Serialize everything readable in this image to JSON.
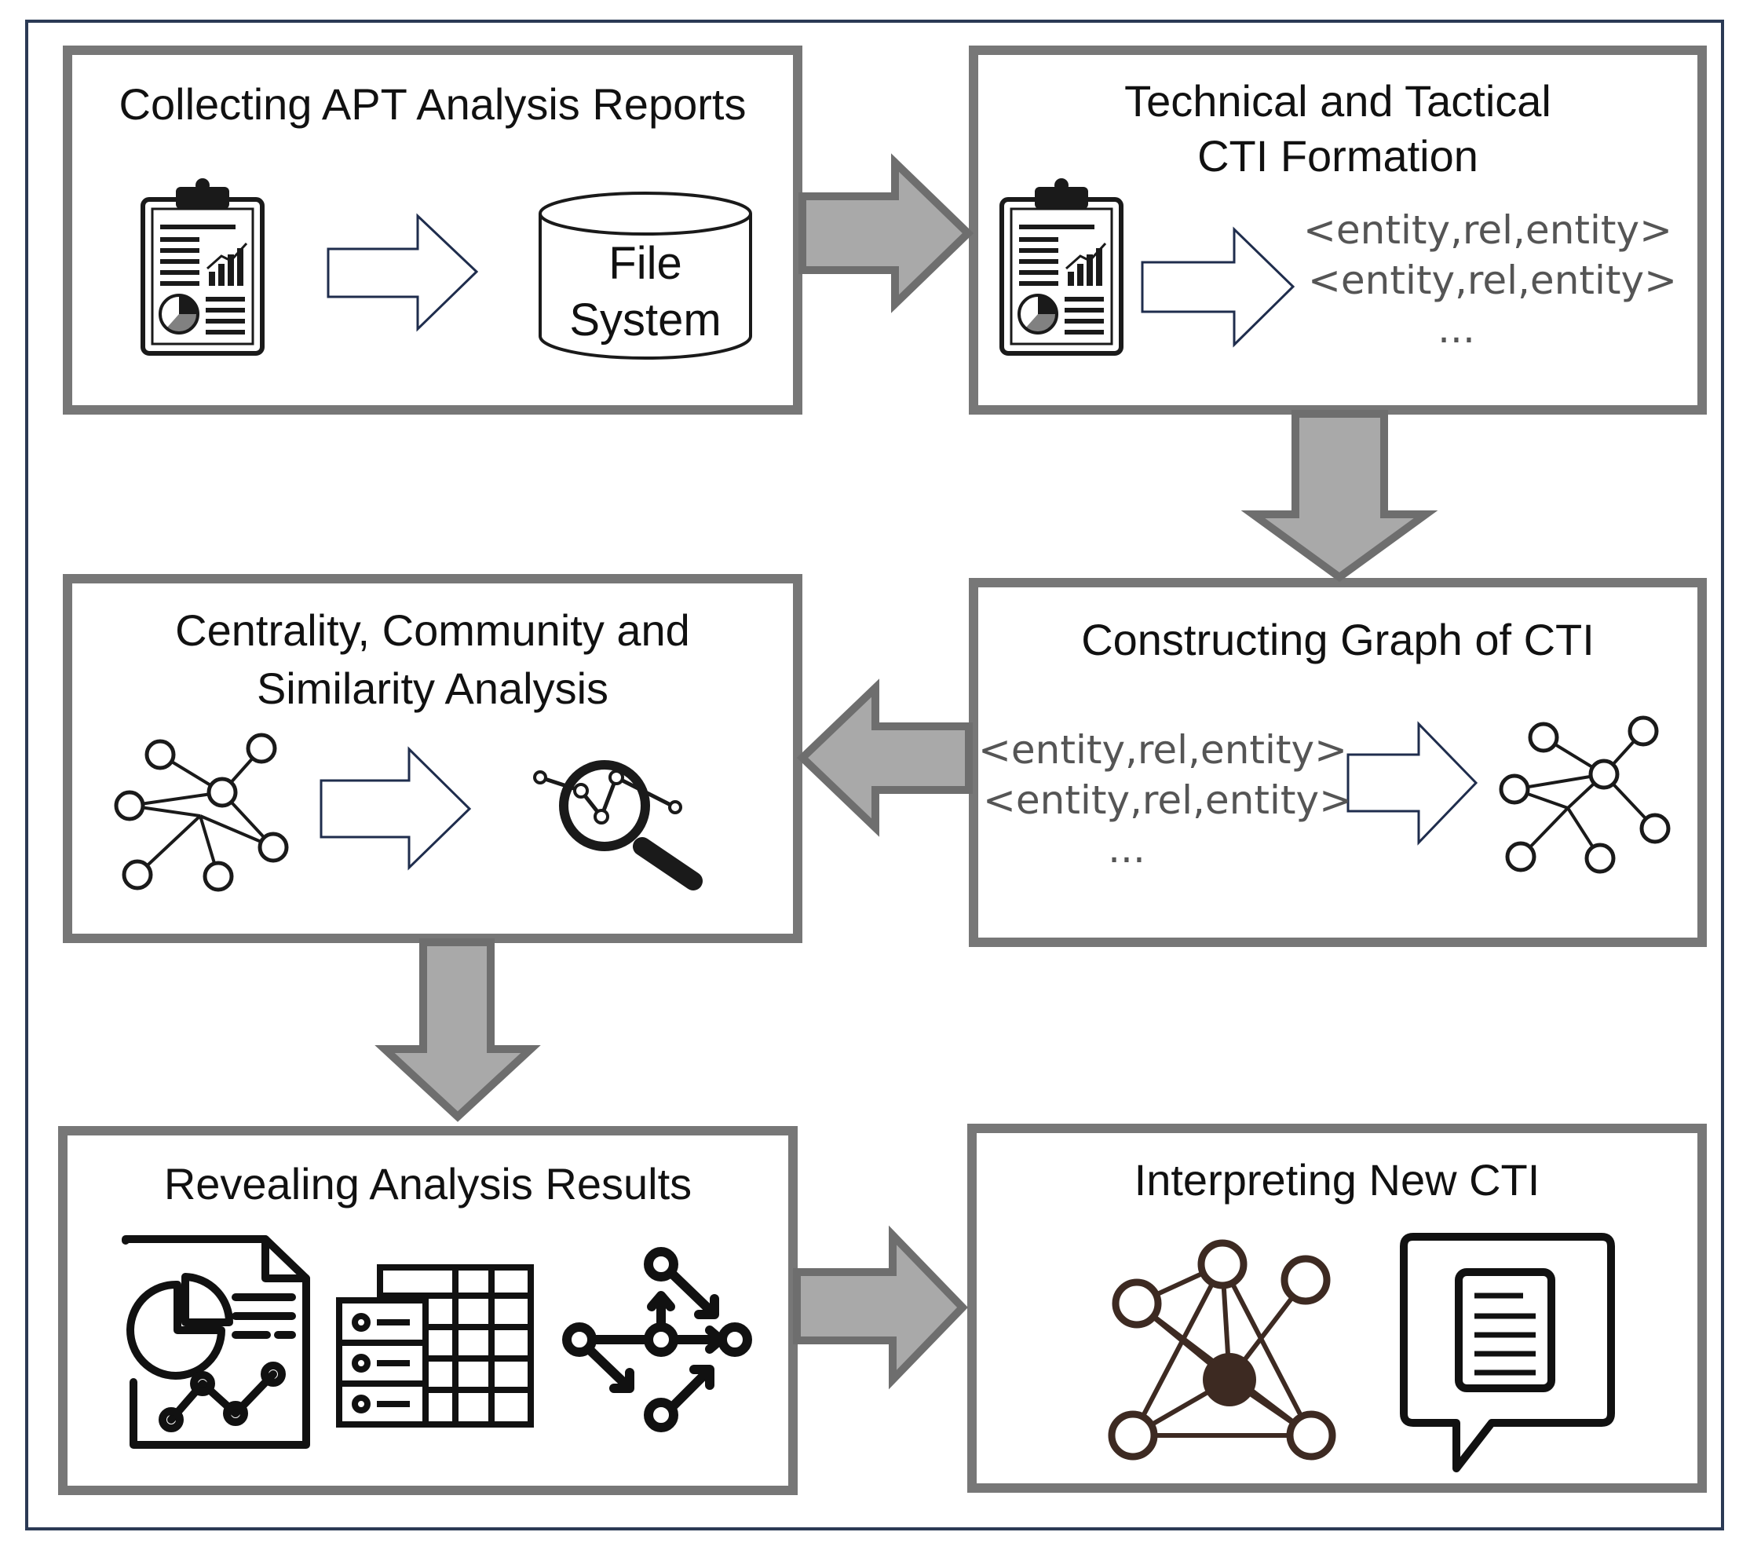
{
  "diagram": {
    "steps": {
      "collecting": {
        "title": "Collecting APT Analysis Reports",
        "storage_line1": "File",
        "storage_line2": "System"
      },
      "formation": {
        "title_line1": "Technical and Tactical",
        "title_line2": "CTI Formation",
        "triples": [
          "<entity,rel,entity>",
          "<entity,rel,entity>",
          "..."
        ]
      },
      "constructing": {
        "title": "Constructing Graph of CTI",
        "triples": [
          "<entity,rel,entity>",
          "<entity,rel,entity>",
          "..."
        ]
      },
      "analysis": {
        "title_line1": "Centrality, Community and",
        "title_line2": "Similarity Analysis"
      },
      "revealing": {
        "title": "Revealing Analysis Results"
      },
      "interpreting": {
        "title": "Interpreting New CTI"
      }
    },
    "icons": [
      "clipboard-report-icon",
      "database-icon",
      "network-graph-icon",
      "magnifier-chart-icon",
      "pie-report-icon",
      "table-icon",
      "flow-graph-icon",
      "knowledge-graph-icon",
      "speech-document-icon"
    ],
    "colors": {
      "box_border": "#777777",
      "flow_arrow_fill": "#a9a9a9",
      "flow_arrow_stroke": "#6e6e6e",
      "small_arrow_stroke": "#1f2d4d",
      "icon_dark": "#1a1a1a",
      "graph_brown": "#3d2a22",
      "outer_frame": "#2b3a55"
    }
  }
}
